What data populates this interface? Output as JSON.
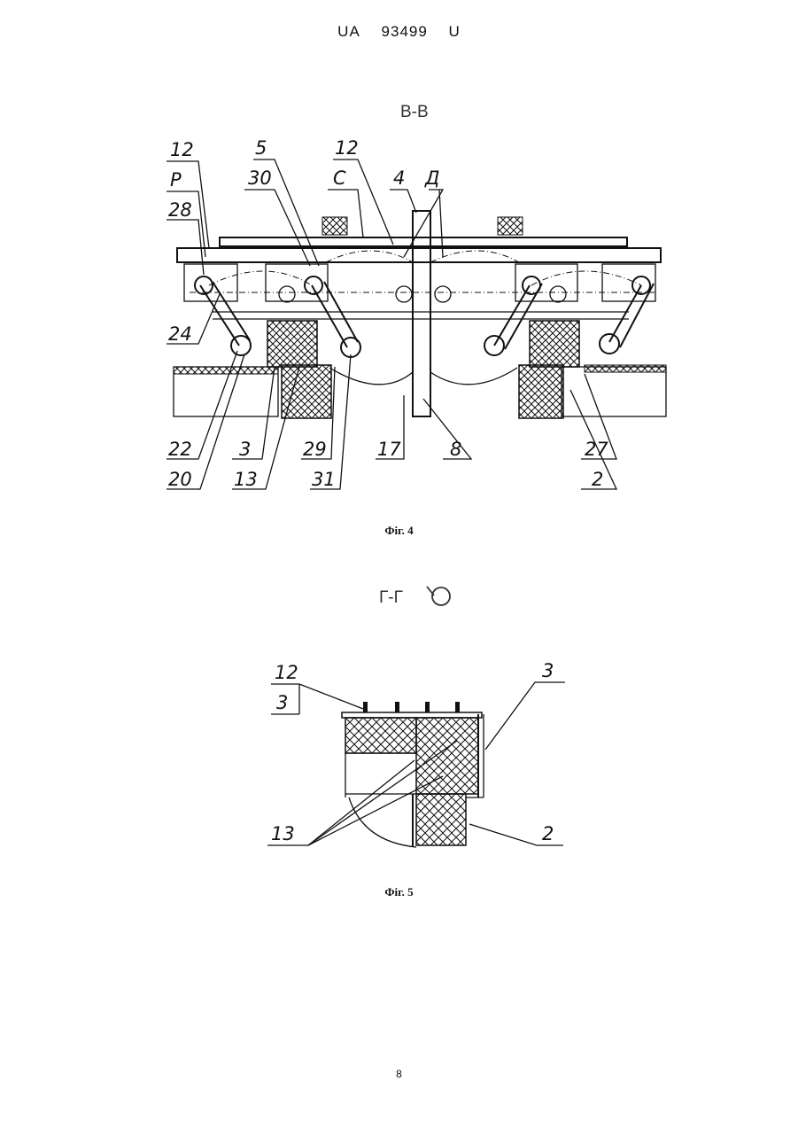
{
  "header": {
    "country": "UA",
    "number": "93499",
    "kind": "U"
  },
  "fig4": {
    "section": "В-В",
    "caption": "Фіг. 4",
    "labels": {
      "l12a": "12",
      "lP": "P",
      "l28": "28",
      "l5": "5",
      "l30": "30",
      "l12b": "12",
      "lC": "С",
      "l4": "4",
      "lD": "Д",
      "l24": "24",
      "l22": "22",
      "l20": "20",
      "l3": "3",
      "l13": "13",
      "l29": "29",
      "l31": "31",
      "l17": "17",
      "l8": "8",
      "l27": "27",
      "l2": "2"
    }
  },
  "fig5": {
    "section": "Г-Г",
    "caption": "Фіг. 5",
    "labels": {
      "l12": "12",
      "l3a": "3",
      "l3b": "3",
      "l13": "13",
      "l2": "2"
    }
  },
  "page_number": "8"
}
